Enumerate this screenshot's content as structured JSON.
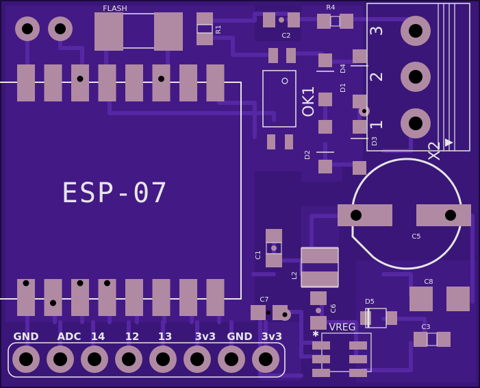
{
  "board": {
    "module_label": "ESP-07",
    "colors": {
      "substrate": "#3a1678",
      "copper": "#4a1d8f",
      "trace": "#5627a3",
      "pad": "#b08aa2",
      "silk": "#e6e6e6",
      "drill": "#000000",
      "edge": "#1c0b3e"
    }
  },
  "labels": {
    "flash": "FLASH",
    "r1": "R1",
    "r4": "R4",
    "c1": "C1",
    "c2": "C2",
    "c3": "C3",
    "c5": "C5",
    "c6": "C6",
    "c7": "C7",
    "c8": "C8",
    "d1": "D1",
    "d2": "D2",
    "d3": "D3",
    "d4": "D4",
    "d5": "D5",
    "l2": "L2",
    "vreg": "VREG",
    "ok1": "OK1",
    "x2": "X2",
    "term1": "1",
    "term2": "2",
    "term3": "3"
  },
  "header_pins": [
    "GND",
    "ADC",
    "14",
    "12",
    "13",
    "3v3",
    "GND",
    "3v3"
  ]
}
